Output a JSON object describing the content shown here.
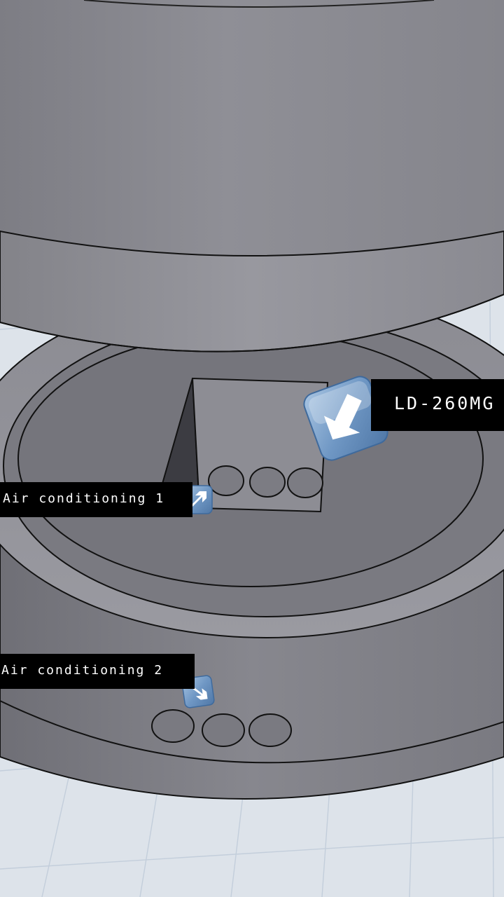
{
  "labels": {
    "model_tag": "LD-260MG",
    "ac1": "Air conditioning 1",
    "ac2": "Air conditioning 2"
  },
  "icons": {
    "model_arrow": "arrow-down-left-icon",
    "ac1_arrow": "arrow-up-right-icon",
    "ac2_arrow": "arrow-down-right-icon"
  },
  "colors": {
    "background": "#dde3ea",
    "grid": "#c3cedb",
    "body": "#8c8c93",
    "tag_bg": "#000000",
    "tag_text": "#ffffff",
    "icon_blue": "#6f97c4"
  }
}
